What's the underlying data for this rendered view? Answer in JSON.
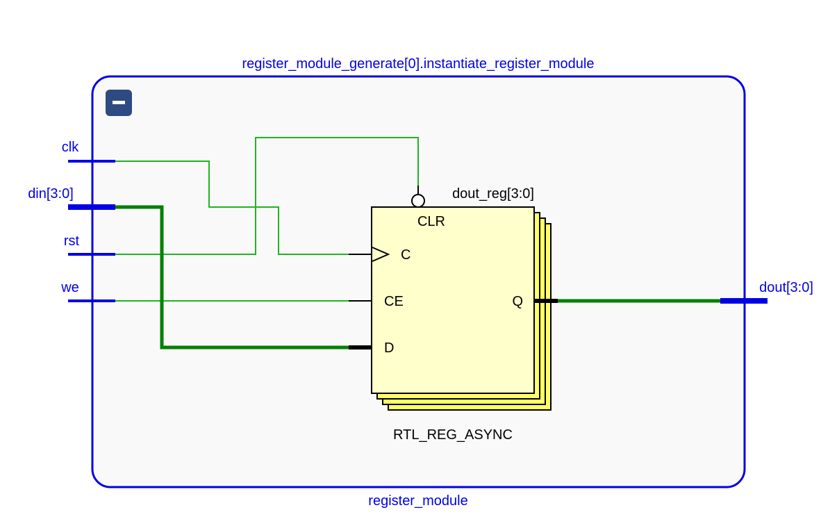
{
  "instance_title": "register_module_generate[0].instantiate_register_module",
  "module_name": "register_module",
  "collapse_glyph": "minus-icon",
  "ports": {
    "inputs": [
      "clk",
      "din[3:0]",
      "rst",
      "we"
    ],
    "output": "dout[3:0]"
  },
  "cell": {
    "instance_name": "dout_reg[3:0]",
    "type": "RTL_REG_ASYNC",
    "pins": {
      "clr": "CLR",
      "c": "C",
      "ce": "CE",
      "d": "D",
      "q": "Q"
    }
  },
  "colors": {
    "port_blue": "#0000e6",
    "wire_green": "#1fb41f",
    "bus_green": "#008000",
    "cell_fill": "#ffffcc",
    "cell_stack_fill": "#ffff66",
    "container_fill": "#f9f9f9",
    "collapse_button": "#2e4a80"
  }
}
